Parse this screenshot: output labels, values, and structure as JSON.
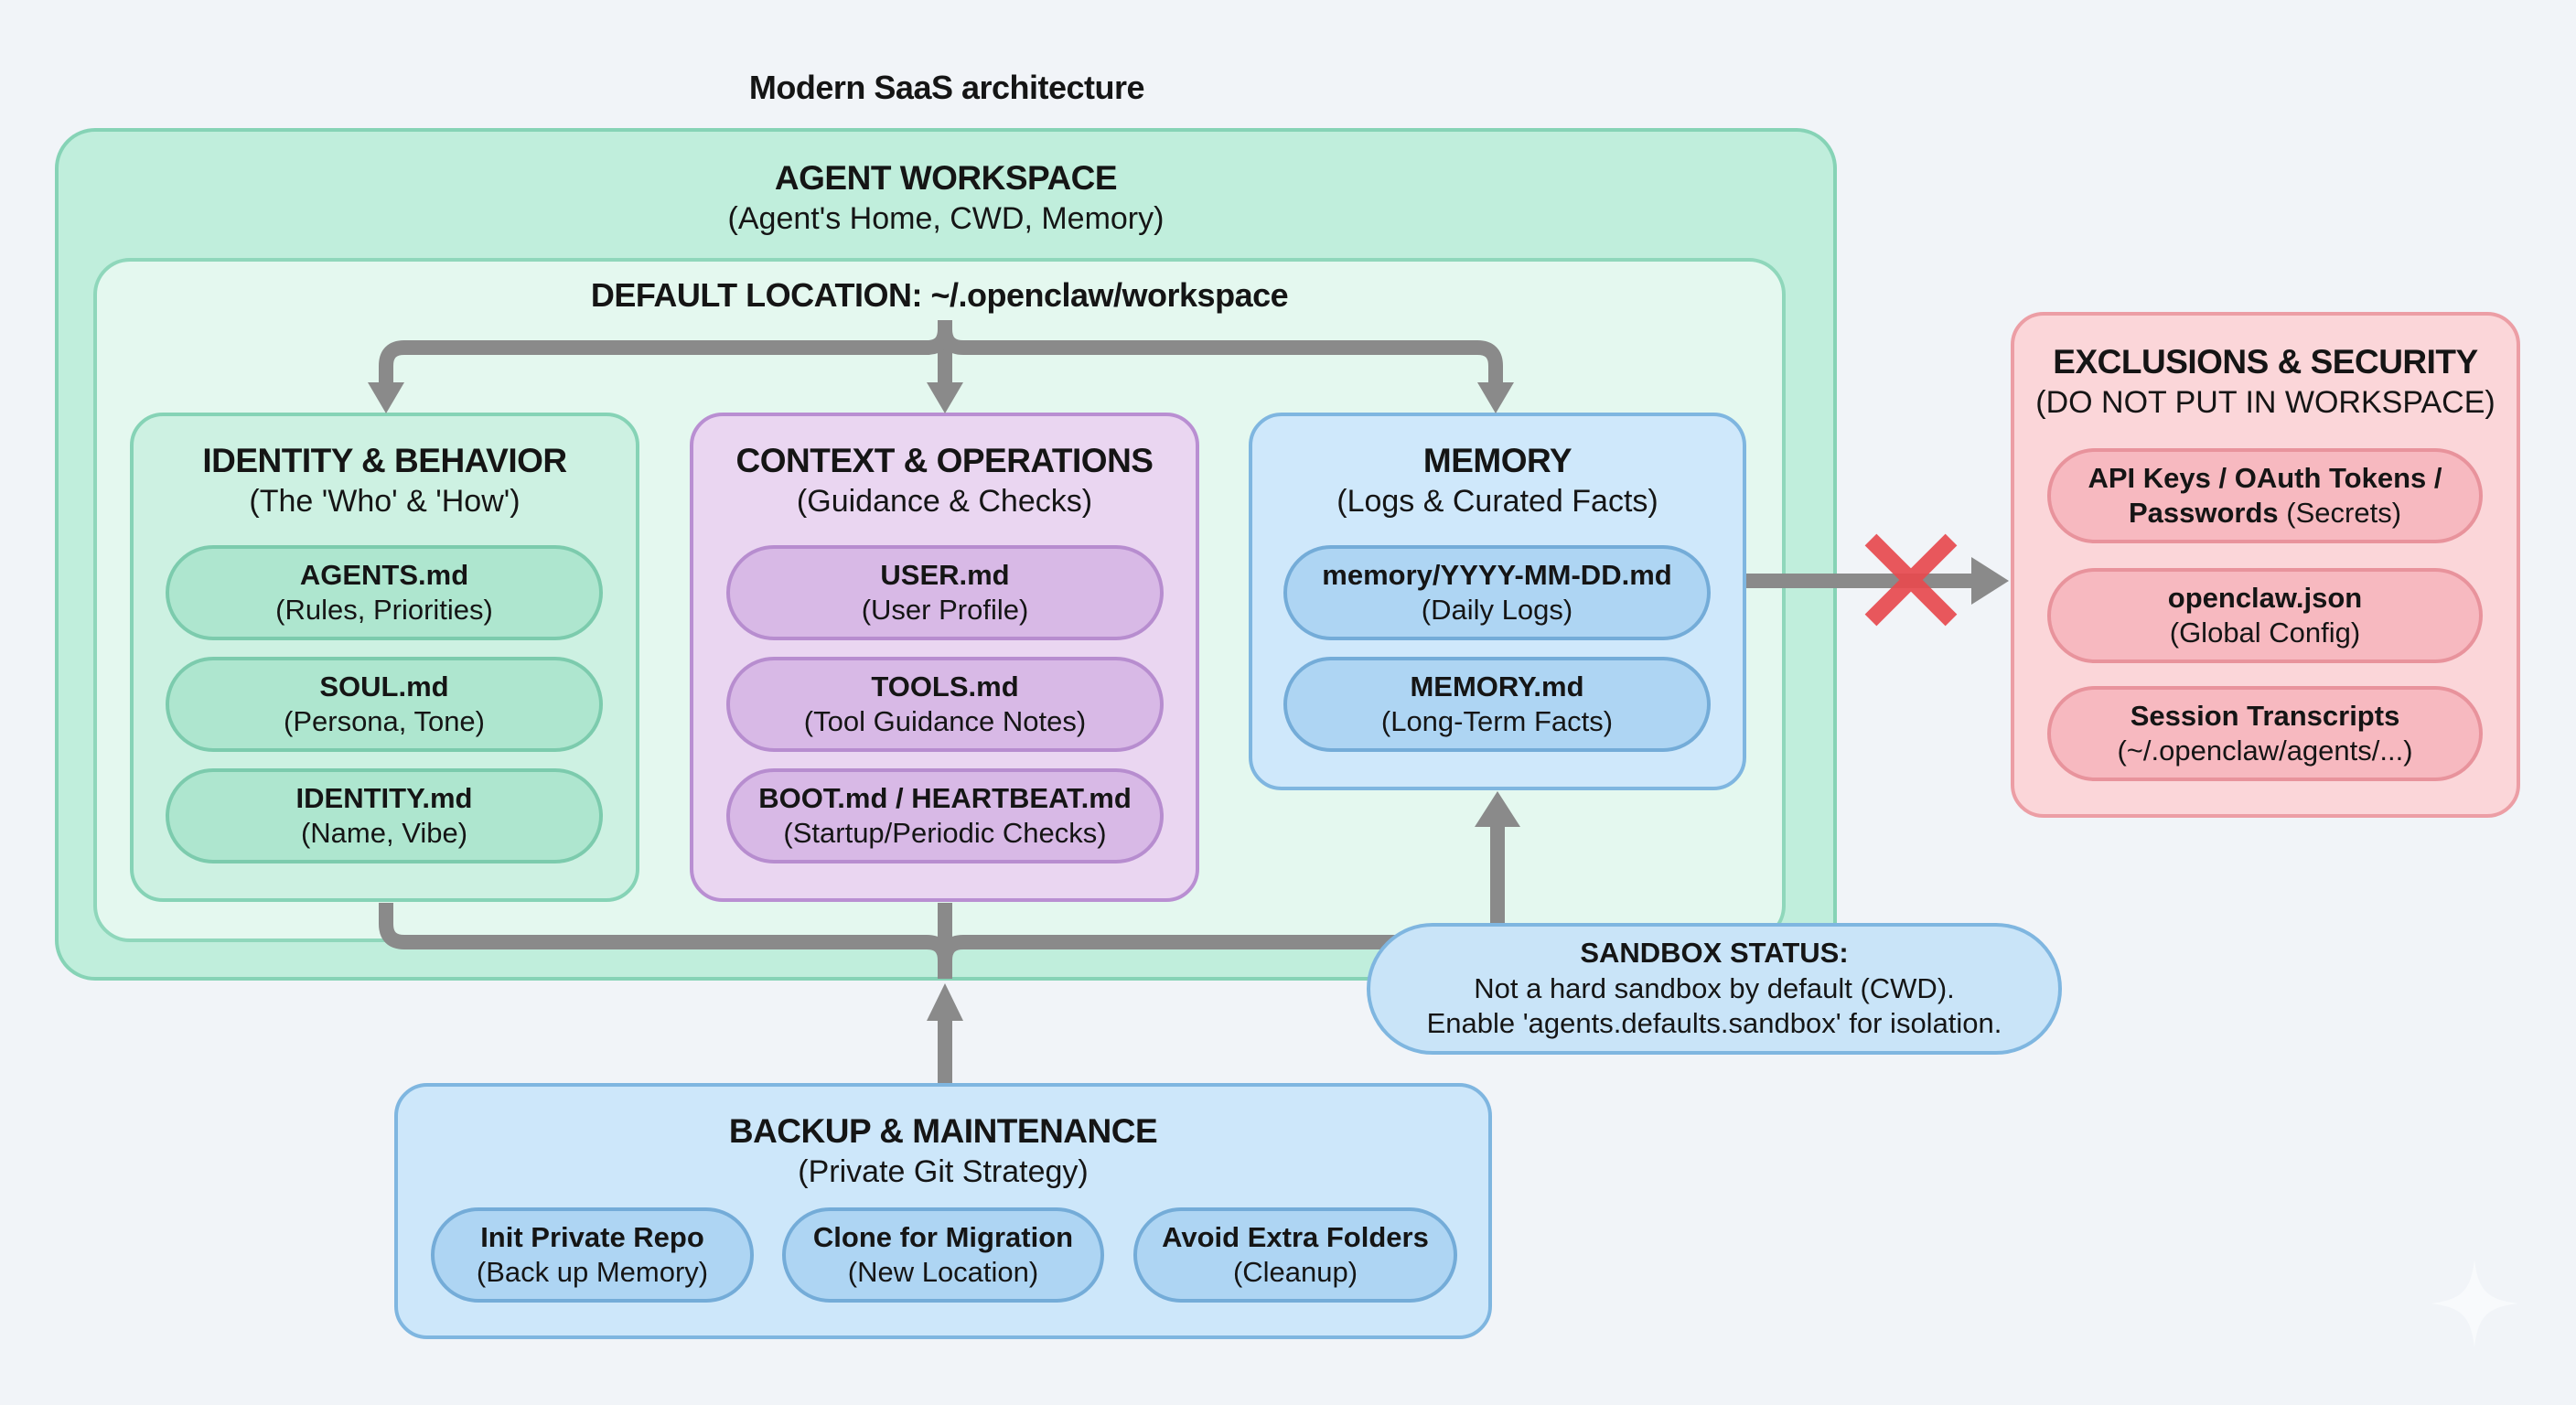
{
  "title": "Modern SaaS architecture",
  "workspace": {
    "title": "AGENT WORKSPACE",
    "subtitle": "(Agent's Home, CWD, Memory)",
    "default_location": "DEFAULT LOCATION: ~/.openclaw/workspace",
    "panels": [
      {
        "title": "IDENTITY & BEHAVIOR",
        "subtitle": "(The 'Who' & 'How')",
        "items": [
          {
            "name": "AGENTS.md",
            "desc": "(Rules, Priorities)"
          },
          {
            "name": "SOUL.md",
            "desc": "(Persona, Tone)"
          },
          {
            "name": "IDENTITY.md",
            "desc": "(Name, Vibe)"
          }
        ]
      },
      {
        "title": "CONTEXT & OPERATIONS",
        "subtitle": "(Guidance & Checks)",
        "items": [
          {
            "name": "USER.md",
            "desc": "(User Profile)"
          },
          {
            "name": "TOOLS.md",
            "desc": "(Tool Guidance Notes)"
          },
          {
            "name": "BOOT.md / HEARTBEAT.md",
            "desc": "(Startup/Periodic Checks)"
          }
        ]
      },
      {
        "title": "MEMORY",
        "subtitle": "(Logs & Curated Facts)",
        "items": [
          {
            "name": "memory/YYYY-MM-DD.md",
            "desc": "(Daily Logs)"
          },
          {
            "name": "MEMORY.md",
            "desc": "(Long-Term Facts)"
          }
        ]
      }
    ]
  },
  "exclusions": {
    "title": "EXCLUSIONS & SECURITY",
    "subtitle": "(DO NOT PUT IN WORKSPACE)",
    "items": [
      {
        "name": "API Keys / OAuth Tokens /",
        "name2": "Passwords",
        "desc": " (Secrets)"
      },
      {
        "name": "openclaw.json",
        "desc": "(Global Config)"
      },
      {
        "name": "Session Transcripts",
        "desc": "(~/.openclaw/agents/...)"
      }
    ]
  },
  "sandbox": {
    "title": "SANDBOX STATUS:",
    "line1": "Not a hard sandbox by default (CWD).",
    "line2": "Enable 'agents.defaults.sandbox' for isolation."
  },
  "backup": {
    "title": "BACKUP & MAINTENANCE",
    "subtitle": "(Private Git Strategy)",
    "items": [
      {
        "name": "Init Private Repo",
        "desc": "(Back up Memory)"
      },
      {
        "name": "Clone for Migration",
        "desc": "(New Location)"
      },
      {
        "name": "Avoid Extra Folders",
        "desc": "(Cleanup)"
      }
    ]
  },
  "colors": {
    "workspace": "#c0eedc",
    "identity": "#cdf1e2",
    "context": "#ead6f1",
    "memory": "#cfe8fb",
    "exclusions": "#fbd6d9",
    "arrow": "#8a8a8a",
    "blocked": "#e84a4f"
  },
  "icons": {
    "blocked": "red-x-icon",
    "watermark": "sparkle-icon"
  }
}
